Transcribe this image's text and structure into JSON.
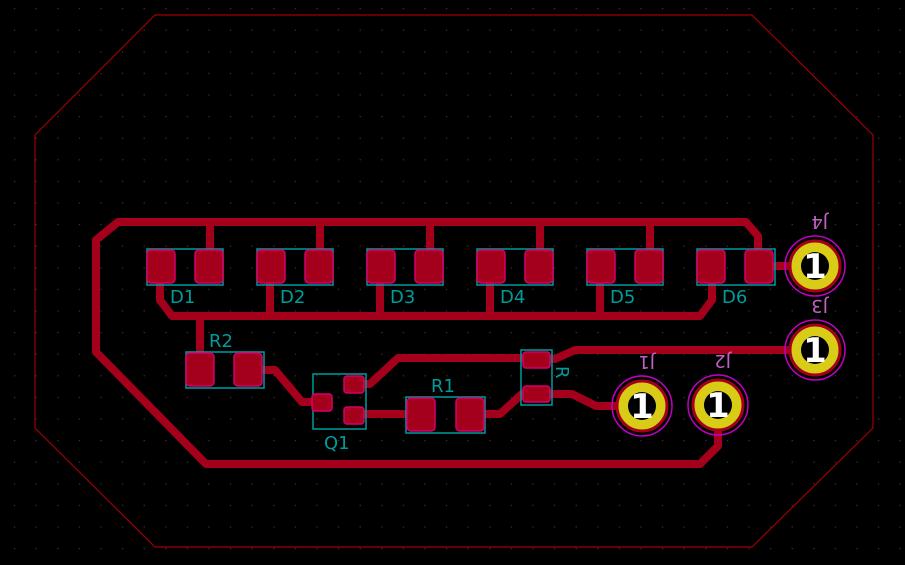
{
  "colors": {
    "background": "#000000",
    "grid": "#3a3a3a",
    "edge_cuts": "#a00000",
    "copper": "#a5001b",
    "copper_highlight": "#d4006f",
    "silkscreen": "#009c9c",
    "tht_ring": "#d8cc16",
    "tht_outline": "#c000c0",
    "hole_number": "#ffffff",
    "connector_label": "#c060c0"
  },
  "components": {
    "leds": [
      "D1",
      "D2",
      "D3",
      "D4",
      "D5",
      "D6"
    ],
    "resistors": [
      "R1",
      "R2"
    ],
    "ldr": "R",
    "transistor": "Q1",
    "connectors": [
      "J1",
      "J2",
      "J3",
      "J4"
    ]
  },
  "pad_number": "1"
}
